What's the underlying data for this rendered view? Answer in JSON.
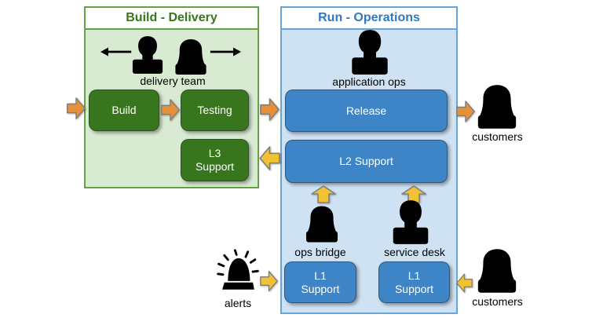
{
  "build_panel": {
    "title": "Build - Delivery",
    "team_label": "delivery team",
    "build_label": "Build",
    "testing_label": "Testing",
    "l3_line1": "L3",
    "l3_line2": "Support"
  },
  "run_panel": {
    "title": "Run - Operations",
    "ops_label": "application ops",
    "release_label": "Release",
    "l2_label": "L2 Support",
    "l1_line1": "L1",
    "l1_line2": "Support",
    "ops_bridge_label": "ops bridge",
    "service_desk_label": "service desk"
  },
  "externals": {
    "customers_top_label": "customers",
    "customers_bottom_label": "customers",
    "alerts_label": "alerts"
  },
  "icons": {
    "delivery_team": [
      "person-male-icon",
      "person-female-icon"
    ],
    "delivery_team_arrows": [
      "black-arrow-left-icon",
      "black-arrow-right-icon"
    ],
    "application_ops": "person-male-icon",
    "ops_bridge": "person-female-icon",
    "service_desk": "person-male-icon",
    "customers_top": "person-female-icon",
    "customers_bottom": "person-female-icon",
    "alerts": "siren-icon",
    "flow_forward": "block-arrow-right-icon",
    "flow_support": "block-arrow-left-icon",
    "escalation": "block-arrow-up-icon"
  },
  "colors": {
    "green_box": "#38761d",
    "green_panel_bg": "#d9ead3",
    "green_panel_border": "#63a245",
    "green_title": "#38761d",
    "blue_box": "#3d85c6",
    "blue_panel_bg": "#cfe2f3",
    "blue_panel_border": "#68a3d9",
    "blue_title": "#2e7ac2",
    "orange_arrow": "#e69138",
    "yellow_arrow": "#f1c232",
    "arrow_outline": "#7f7f7f",
    "silhouette": "#000000"
  }
}
